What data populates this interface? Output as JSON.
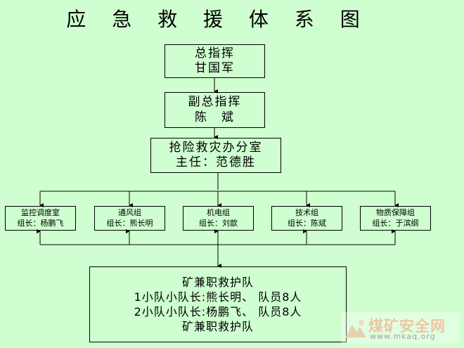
{
  "title": "应 急 救 援 体 系 图",
  "commander": {
    "role": "总指挥",
    "name": "甘国军"
  },
  "deputy": {
    "role": "副总指挥",
    "name": "陈　斌"
  },
  "office": {
    "role": "抢险救灾办分室",
    "name": "主任：范德胜"
  },
  "groups": [
    {
      "name": "监控调度室",
      "leader": "组长：杨鹏飞"
    },
    {
      "name": "通风组",
      "leader": "组长：熊长明"
    },
    {
      "name": "机电组",
      "leader": "组长：刘歆"
    },
    {
      "name": "技术组",
      "leader": "组长：陈斌"
    },
    {
      "name": "物质保障组",
      "leader": "组长：于滨纲"
    }
  ],
  "team": {
    "line1": "矿兼职救护队",
    "line2": "1小队小队长:熊长明、 队员8人",
    "line3": "2小队小队长:杨鹏飞、 队员8人",
    "line4": "矿兼职救护队"
  },
  "watermark": {
    "text": "煤矿安全网",
    "url": "www.mkaq.org"
  }
}
